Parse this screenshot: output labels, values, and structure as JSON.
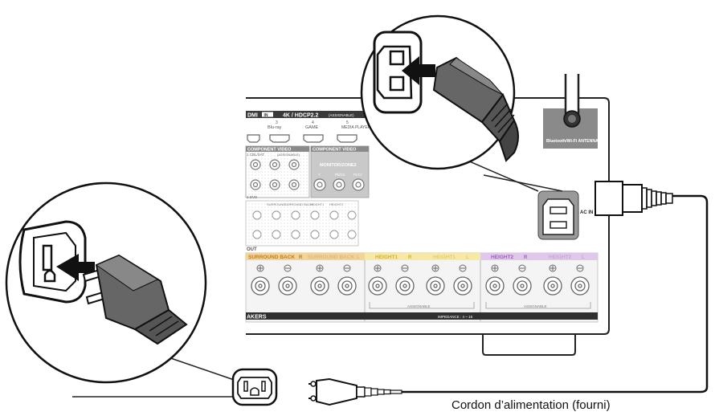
{
  "caption": "Cordon d’alimentation (fourni)",
  "panel": {
    "hdmi_label": "DMI",
    "hdmi_in_badge": "IN",
    "hdmi_header": "4K / HDCP2.2",
    "hdmi_header_note": "(ASSIGNABLE)",
    "hdmi_ports": [
      {
        "num": "3",
        "name": "Blu-ray"
      },
      {
        "num": "4",
        "name": "GAME"
      },
      {
        "num": "5",
        "name": "MEDIA PLAYER"
      }
    ],
    "component_video_label": "COMPONENT VIDEO",
    "component_video_note": "(ASSIGNABLE)",
    "component_video_out_label": "COMPONENT VIDEO",
    "monitor_zone_label": "MONITOR/ZONE2",
    "cbl_sat_label": "1 CBL/SAT",
    "dvd_label": "2 DVD",
    "comp_jacks": [
      "Y",
      "Pb/Cb",
      "Pr/Cr"
    ],
    "pre_out_labels": [
      "SURROUND",
      "SURROUND BACK",
      "HEIGHT1",
      "HEIGHT2"
    ],
    "out_label": "OUT",
    "speaker_groups": [
      {
        "label": "SURROUND BACK",
        "badge": "R",
        "color": "#f2d49a"
      },
      {
        "label": "SURROUND BACK",
        "badge": "L",
        "color": "#f2d49a"
      },
      {
        "label": "HEIGHT1",
        "badge": "R",
        "color": "#f7e9a5"
      },
      {
        "label": "HEIGHT1",
        "badge": "L",
        "color": "#f7e9a5"
      },
      {
        "label": "HEIGHT2",
        "badge": "R",
        "color": "#e0c8ea"
      },
      {
        "label": "HEIGHT2",
        "badge": "L",
        "color": "#e0c8ea"
      }
    ],
    "assignable_label": "ASSIGNABLE",
    "speakers_label": "AKERS",
    "impedance_label": "IMPEDANCE : 4 ~ 16",
    "ac_in_label": "AC IN",
    "antenna_label": "Bluetooth/Wi-Fi ANTENNA"
  }
}
